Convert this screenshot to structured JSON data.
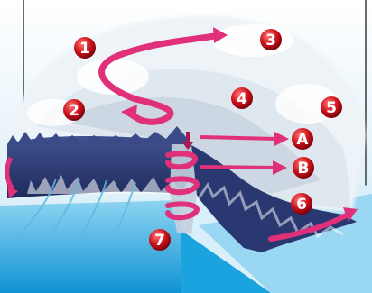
{
  "markers": {
    "m1": "1",
    "m2": "2",
    "m3": "3",
    "m4": "4",
    "m5": "5",
    "m6": "6",
    "m7": "7",
    "mA": "A",
    "mB": "B"
  },
  "colors": {
    "sky": "#c9e6f4",
    "cloud": "#f2f6fa",
    "cloud_shadow": "#b9c6d6",
    "cloud_core": "#2f3f7a",
    "ocean": "#1aa3df",
    "ocean_light": "#8ed4f1",
    "ocean_side": "#bfe6f7",
    "arrow": "#e0307a",
    "arrow_dark": "#a51b55",
    "marker": "#c8121c",
    "marker_highlight": "#ff6b6b"
  }
}
